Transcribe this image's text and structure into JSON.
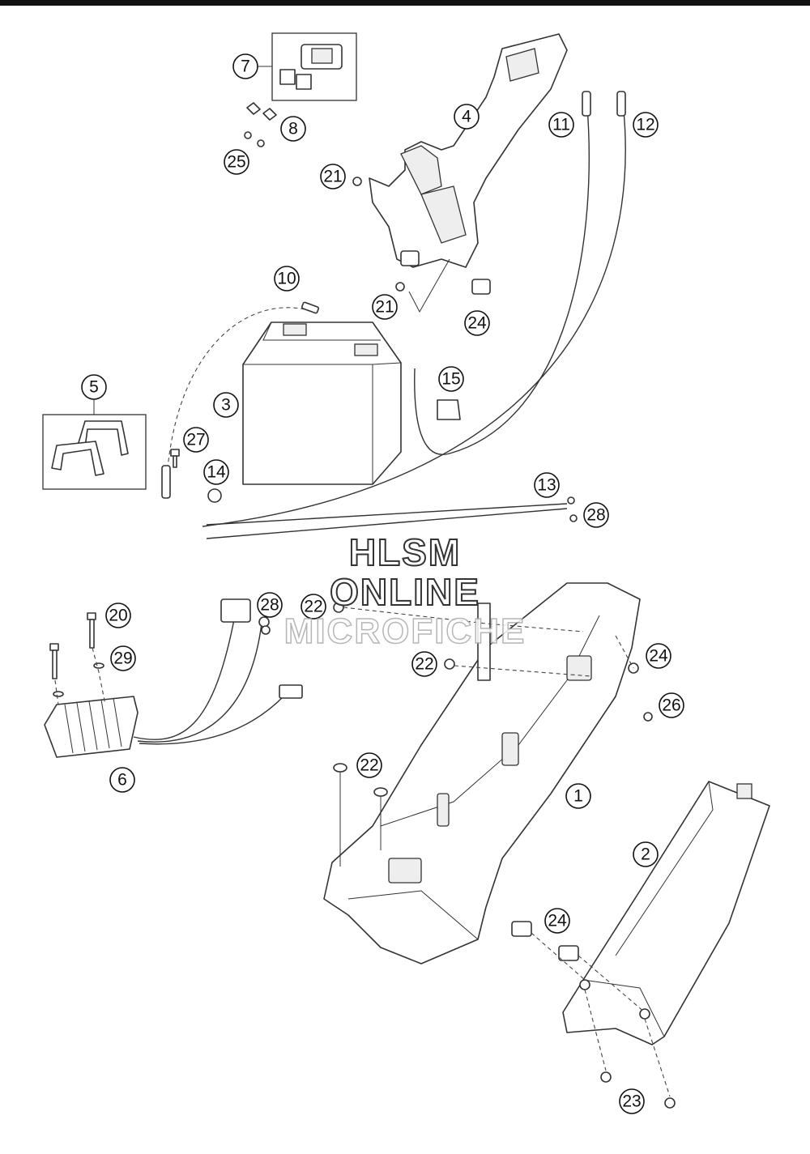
{
  "watermark": {
    "line1": "HLSM",
    "line2": "ONLINE",
    "line3": "MICROFICHE"
  },
  "callouts": [
    {
      "id": "c1",
      "label": "1"
    },
    {
      "id": "c2",
      "label": "2"
    },
    {
      "id": "c3",
      "label": "3"
    },
    {
      "id": "c4",
      "label": "4"
    },
    {
      "id": "c5",
      "label": "5"
    },
    {
      "id": "c6",
      "label": "6"
    },
    {
      "id": "c7",
      "label": "7"
    },
    {
      "id": "c8",
      "label": "8"
    },
    {
      "id": "c10",
      "label": "10"
    },
    {
      "id": "c11",
      "label": "11"
    },
    {
      "id": "c12",
      "label": "12"
    },
    {
      "id": "c13",
      "label": "13"
    },
    {
      "id": "c14",
      "label": "14"
    },
    {
      "id": "c15",
      "label": "15"
    },
    {
      "id": "c20",
      "label": "20"
    },
    {
      "id": "c21a",
      "label": "21"
    },
    {
      "id": "c21b",
      "label": "21"
    },
    {
      "id": "c22a",
      "label": "22"
    },
    {
      "id": "c22b",
      "label": "22"
    },
    {
      "id": "c22c",
      "label": "22"
    },
    {
      "id": "c23",
      "label": "23"
    },
    {
      "id": "c24a",
      "label": "24"
    },
    {
      "id": "c24b",
      "label": "24"
    },
    {
      "id": "c24c",
      "label": "24"
    },
    {
      "id": "c25",
      "label": "25"
    },
    {
      "id": "c26",
      "label": "26"
    },
    {
      "id": "c27",
      "label": "27"
    },
    {
      "id": "c28a",
      "label": "28"
    },
    {
      "id": "c28b",
      "label": "28"
    },
    {
      "id": "c29",
      "label": "29"
    }
  ]
}
